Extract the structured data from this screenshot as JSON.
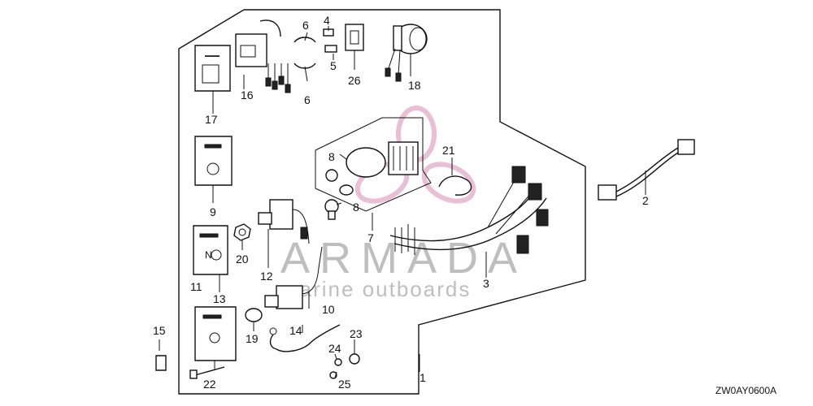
{
  "diagram": {
    "drawing_code": "ZW0AY0600A",
    "watermark": {
      "brand": "ARMADA",
      "tagline": "marine outboards"
    },
    "callouts": [
      {
        "id": "c1",
        "text": "1"
      },
      {
        "id": "c2",
        "text": "2"
      },
      {
        "id": "c3",
        "text": "3"
      },
      {
        "id": "c4",
        "text": "4"
      },
      {
        "id": "c5",
        "text": "5"
      },
      {
        "id": "c6a",
        "text": "6"
      },
      {
        "id": "c6b",
        "text": "6"
      },
      {
        "id": "c7",
        "text": "7"
      },
      {
        "id": "c8a",
        "text": "8"
      },
      {
        "id": "c8b",
        "text": "8"
      },
      {
        "id": "c9",
        "text": "9"
      },
      {
        "id": "c10",
        "text": "10"
      },
      {
        "id": "c11",
        "text": "11"
      },
      {
        "id": "c12",
        "text": "12"
      },
      {
        "id": "c13",
        "text": "13"
      },
      {
        "id": "c14",
        "text": "14"
      },
      {
        "id": "c15",
        "text": "15"
      },
      {
        "id": "c16",
        "text": "16"
      },
      {
        "id": "c17",
        "text": "17"
      },
      {
        "id": "c18",
        "text": "18"
      },
      {
        "id": "c19",
        "text": "19"
      },
      {
        "id": "c20",
        "text": "20"
      },
      {
        "id": "c21",
        "text": "21"
      },
      {
        "id": "c22",
        "text": "22"
      },
      {
        "id": "c23",
        "text": "23"
      },
      {
        "id": "c24",
        "text": "24"
      },
      {
        "id": "c25",
        "text": "25"
      },
      {
        "id": "c26",
        "text": "26"
      }
    ],
    "plate_marks": {
      "neutral": "N"
    }
  }
}
